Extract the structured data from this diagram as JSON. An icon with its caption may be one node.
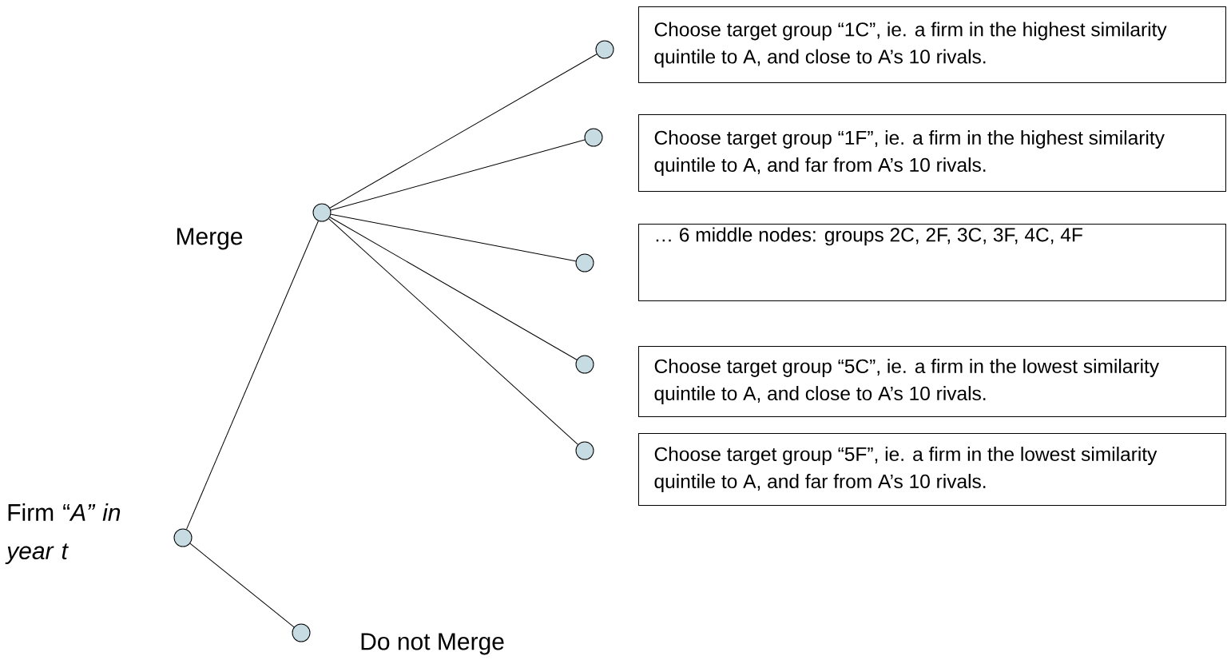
{
  "diagram": {
    "nodes": [
      {
        "text": [],
        "shape": "circle",
        "beside": [
          "Firm “*A” in year t*"
        ]
      },
      {
        "text": [],
        "shape": "circle",
        "beside": [
          "Merge"
        ]
      },
      {
        "text": [],
        "shape": "circle",
        "beside": [
          "Do not Merge"
        ]
      },
      {
        "text": [],
        "shape": "circle"
      },
      {
        "text": [],
        "shape": "circle"
      },
      {
        "text": [],
        "shape": "circle"
      },
      {
        "text": [],
        "shape": "circle"
      },
      {
        "text": [],
        "shape": "circle"
      },
      {
        "text": [
          "Choose target group “1C”, ie. a firm in the highest similarity quintile to A, and close to A’s 10 rivals."
        ]
      },
      {
        "text": [
          "Choose target group “1F”, ie. a firm in the highest similarity quintile to A, and far from A’s 10 rivals."
        ]
      },
      {
        "text": [
          "…  6 middle nodes: groups 2C, 2F, 3C, 3F, 4C, 4F"
        ]
      },
      {
        "text": [
          "Choose target group “5C”, ie. a firm in the lowest similarity quintile to A, and close to A’s 10 rivals."
        ]
      },
      {
        "text": [
          "Choose target group “5F”, ie. a firm in the lowest similarity quintile to A, and far from A’s 10 rivals."
        ]
      }
    ],
    "edges": [
      {
        "from": 0,
        "to": 1,
        "arrow": "none"
      },
      {
        "from": 0,
        "to": 2,
        "arrow": "none"
      },
      {
        "from": 1,
        "to": 3,
        "arrow": "none"
      },
      {
        "from": 1,
        "to": 4,
        "arrow": "none"
      },
      {
        "from": 1,
        "to": 5,
        "arrow": "none"
      },
      {
        "from": 1,
        "to": 6,
        "arrow": "none"
      },
      {
        "from": 1,
        "to": 7,
        "arrow": "none"
      }
    ]
  }
}
